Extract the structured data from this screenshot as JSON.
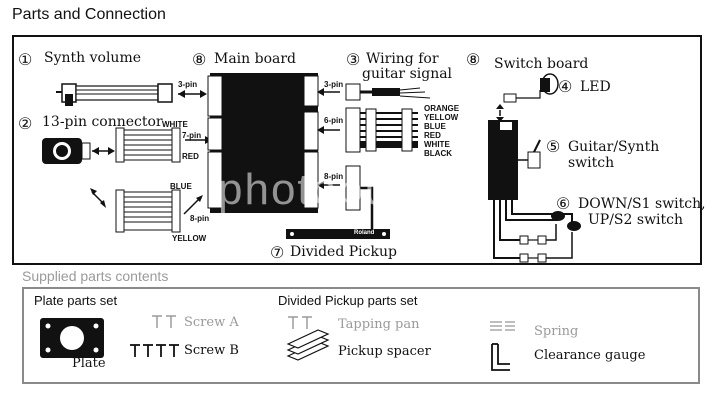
{
  "title": "Parts and Connection",
  "parts": {
    "synth_volume": {
      "num": "①",
      "label": "Synth  volume",
      "pin": "3-pin"
    },
    "connector13": {
      "num": "②",
      "label": "13-pin connector",
      "pin7": "7-pin",
      "white": "WHITE",
      "red": "RED",
      "blue": "BLUE",
      "pin8": "8-pin",
      "yellow": "YELLOW"
    },
    "main_board": {
      "num": "⑧",
      "label": "Main board"
    },
    "wiring": {
      "num": "③",
      "label_line1": "Wiring for",
      "label_line2": "guitar signal",
      "pin3": "3-pin",
      "pin6": "6-pin",
      "pin8": "8-pin"
    },
    "wire_colors": [
      "ORANGE",
      "YELLOW",
      "BLUE",
      "RED",
      "WHITE",
      "BLACK"
    ],
    "switch_board": {
      "num": "⑧",
      "label": "Switch board"
    },
    "led": {
      "num": "④",
      "label": "LED"
    },
    "guitar_synth": {
      "num": "⑤",
      "label_line1": "Guitar/Synth",
      "label_line2": "switch"
    },
    "down_up": {
      "num": "⑥",
      "label_line1": "DOWN/S1 switch,",
      "label_line2": "UP/S2 switch"
    },
    "divided_pickup": {
      "num": "⑦",
      "label": "Divided Pickup",
      "brand": "Roland"
    }
  },
  "supplied": {
    "title": "Supplied parts contents",
    "plate_set": "Plate parts set",
    "pickup_set": "Divided Pickup parts set",
    "plate": "Plate",
    "screw_a": "Screw A",
    "screw_b": "Screw B",
    "tapping_pan": "Tapping pan",
    "pickup_spacer": "Pickup spacer",
    "spring": "Spring",
    "clearance_gauge": "Clearance gauge"
  },
  "watermark": "photobucket"
}
